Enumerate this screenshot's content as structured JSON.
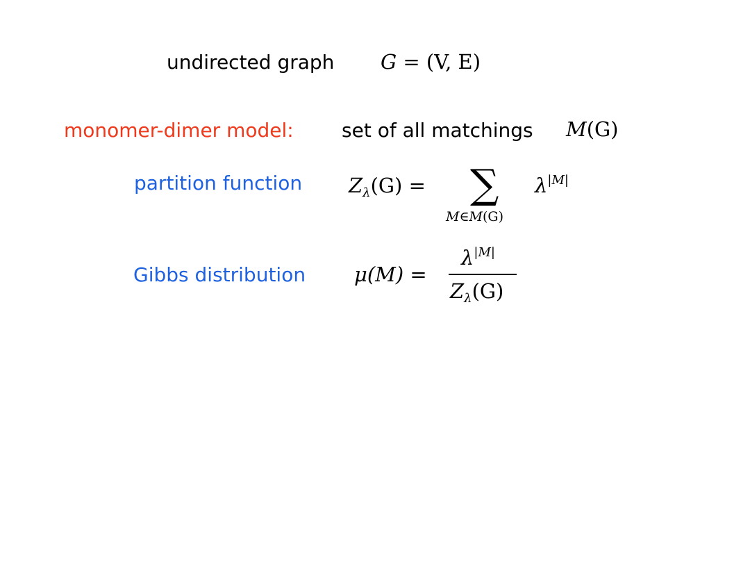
{
  "slide": {
    "line1": {
      "label": "undirected graph",
      "formula_prefix": "G",
      "formula_rest": " = (V, E)"
    },
    "line2": {
      "label_red": "monomer-dimer model:",
      "label": "set of all matchings",
      "formula_script": "M",
      "formula_rest": "(G)"
    },
    "line3": {
      "label_blue": "partition function",
      "lhs_Z": "Z",
      "lhs_sub": "λ",
      "lhs_rest": "(G) =",
      "sum_symbol": "∑",
      "sum_index": "M∈",
      "sum_index_script": "M",
      "sum_index_rest": "(G)",
      "term_base": "λ",
      "term_sup": "|M|"
    },
    "line4": {
      "label_blue": "Gibbs distribution",
      "lhs": "μ(M) =",
      "num_base": "λ",
      "num_sup": "|M|",
      "den_Z": "Z",
      "den_sub": "λ",
      "den_rest": "(G)"
    }
  },
  "colors": {
    "red": "#ee3a1c",
    "blue": "#1f62e0",
    "black": "#000000"
  }
}
